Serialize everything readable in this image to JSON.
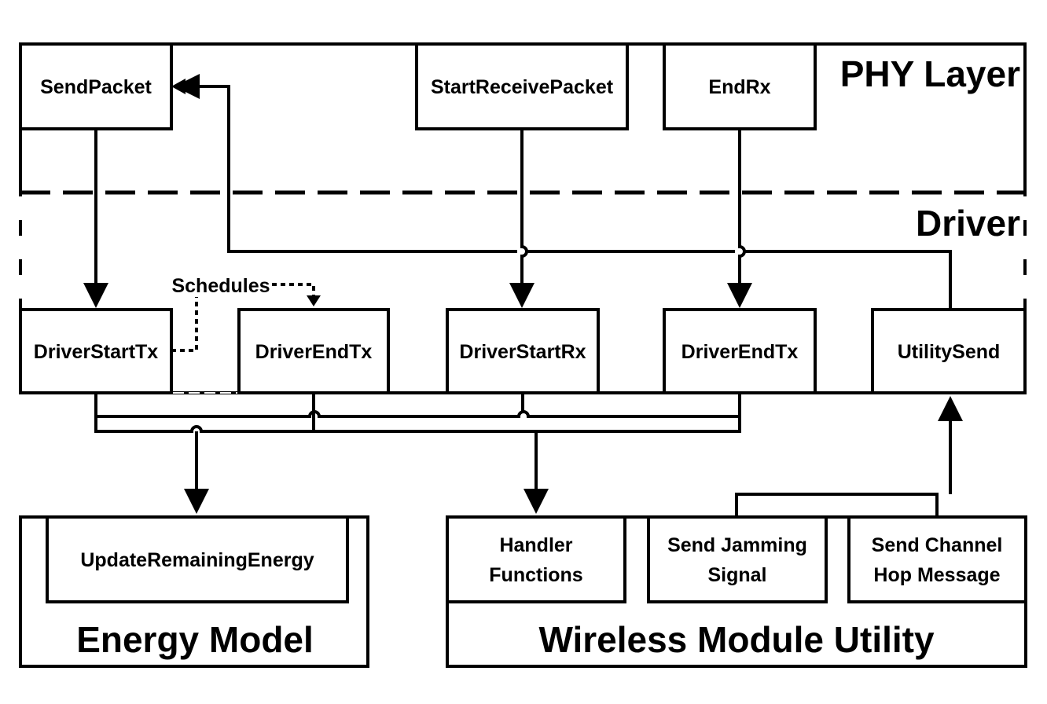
{
  "layers": {
    "phy": "PHY Layer",
    "driver": "Driver"
  },
  "phy_functions": {
    "send_packet": "SendPacket",
    "start_receive_packet": "StartReceivePacket",
    "end_rx": "EndRx"
  },
  "driver_functions": {
    "driver_start_tx": "DriverStartTx",
    "driver_end_tx_1": "DriverEndTx",
    "driver_start_rx": "DriverStartRx",
    "driver_end_tx_2": "DriverEndTx",
    "utility_send": "UtilitySend"
  },
  "schedules_label": "Schedules",
  "energy_model": {
    "title": "Energy Model",
    "function": "UpdateRemainingEnergy"
  },
  "wireless_module_utility": {
    "title": "Wireless Module Utility",
    "handler_line1": "Handler",
    "handler_line2": "Functions",
    "jamming_line1": "Send Jamming",
    "jamming_line2": "Signal",
    "channel_hop_line1": "Send Channel",
    "channel_hop_line2": "Hop Message"
  }
}
